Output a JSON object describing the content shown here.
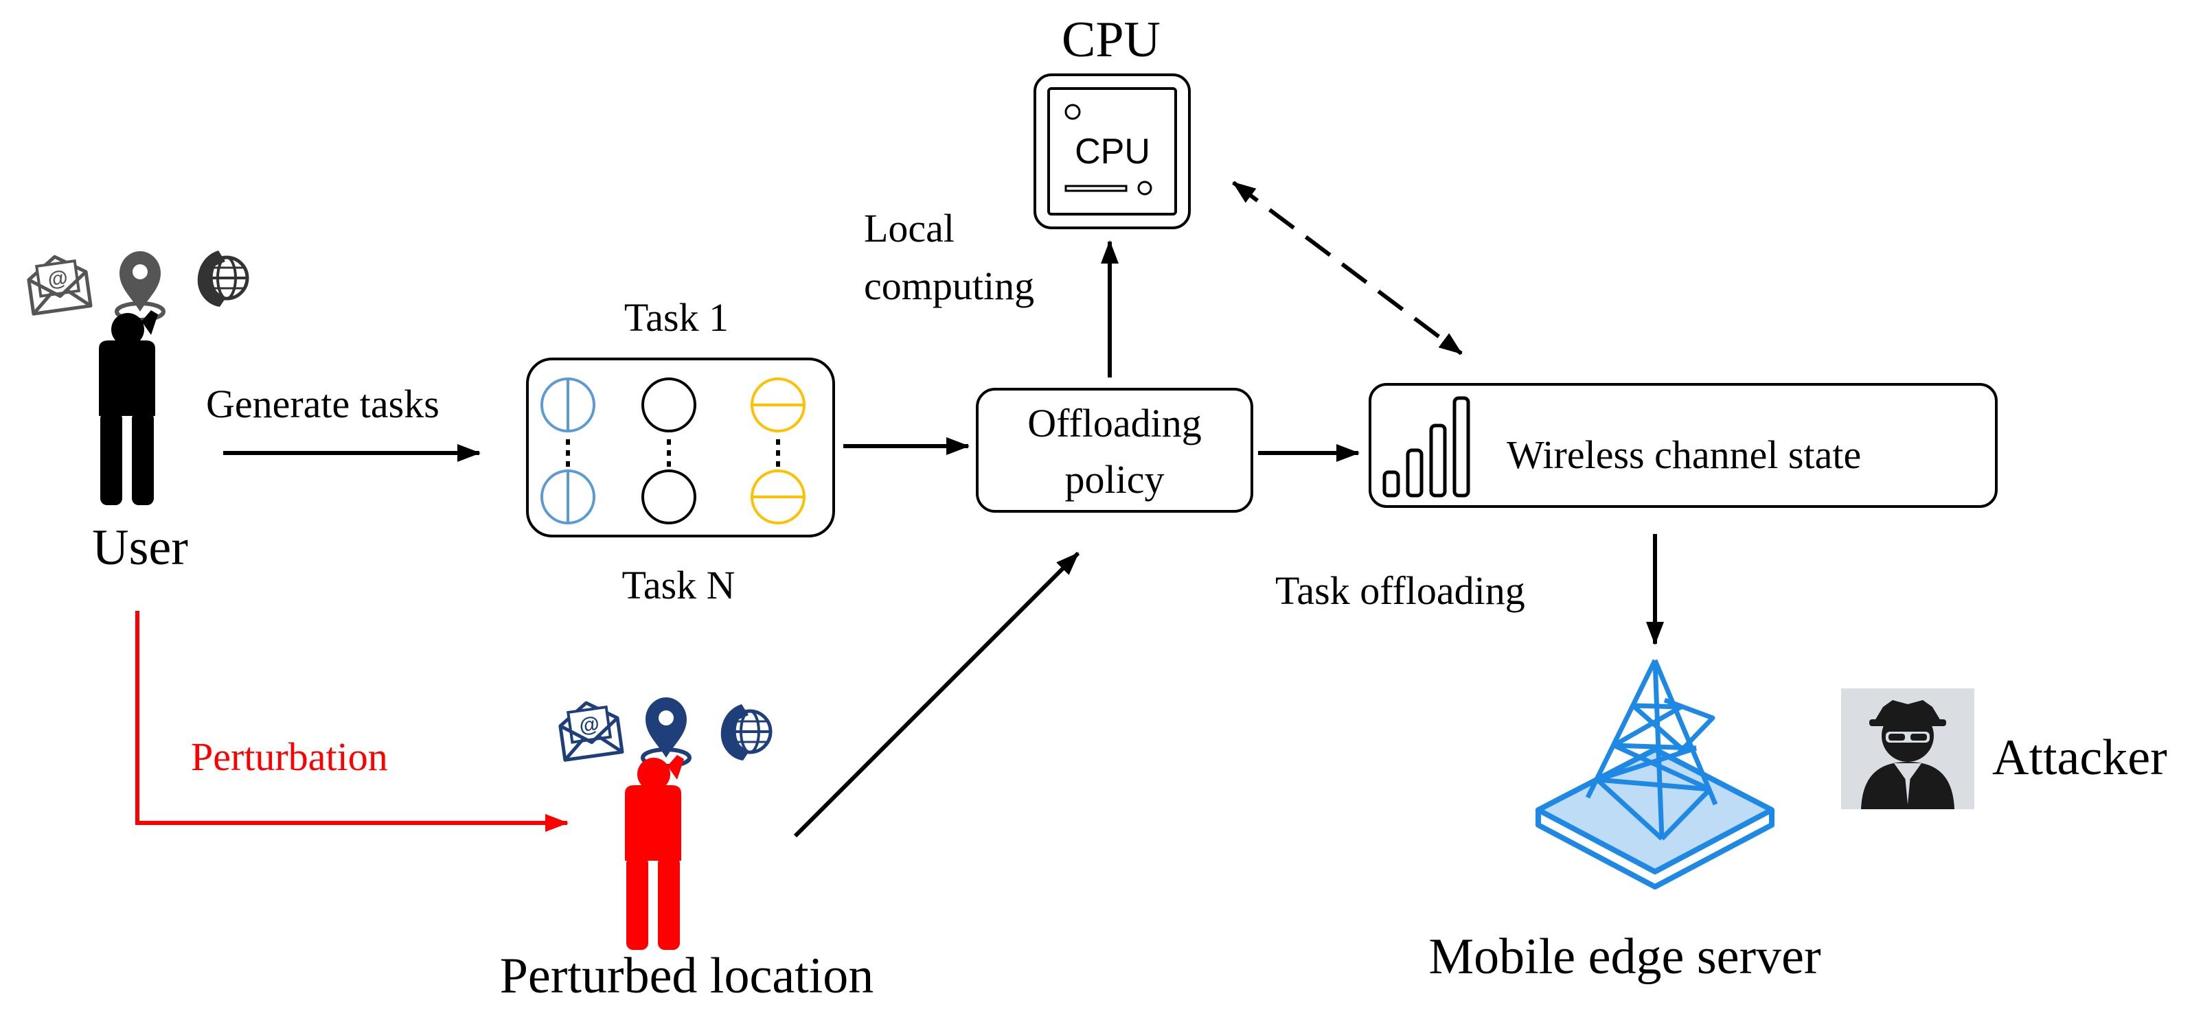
{
  "labels": {
    "cpu_title": "CPU",
    "cpu_chip": "CPU",
    "local_computing_line1": "Local",
    "local_computing_line2": "computing",
    "user": "User",
    "generate_tasks": "Generate tasks",
    "task_first": "Task  1",
    "task_last": "Task N",
    "offloading_policy_line1": "Offloading",
    "offloading_policy_line2": "policy",
    "wireless_channel_state": "Wireless channel state",
    "task_offloading": "Task offloading",
    "perturbation": "Perturbation",
    "perturbed_location": "Perturbed location",
    "mobile_edge_server": "Mobile edge server",
    "attacker": "Attacker",
    "email_glyph": "@"
  },
  "colors": {
    "black": "#000000",
    "perturbation_red": "#ff0000",
    "task_blue": "#5b9bd5",
    "task_yellow": "#ffc000",
    "server_blue": "#1e88e5",
    "server_light": "#bfdcf7",
    "icon_navy": "#1f3f7a",
    "icon_gray": "#555555",
    "attacker_bg": "#dadde2"
  },
  "icons": [
    "email-icon",
    "location-pin-icon",
    "phone-globe-icon",
    "person-icon",
    "cpu-icon",
    "signal-bars-icon",
    "transmission-tower-icon",
    "spy-icon"
  ]
}
